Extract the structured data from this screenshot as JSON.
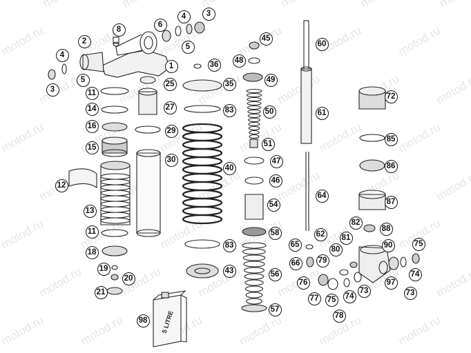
{
  "watermark": "motod.ru",
  "jug_label": "5 LITRE",
  "callouts": [
    "8",
    "6",
    "4",
    "3",
    "2",
    "4",
    "1",
    "5",
    "36",
    "3",
    "5",
    "25",
    "11",
    "14",
    "27",
    "16",
    "29",
    "15",
    "30",
    "12",
    "13",
    "11",
    "18",
    "19",
    "20",
    "21",
    "98",
    "45",
    "48",
    "49",
    "35",
    "50",
    "83",
    "51",
    "40",
    "47",
    "46",
    "54",
    "58",
    "83",
    "43",
    "56",
    "57",
    "60",
    "61",
    "64",
    "62",
    "65",
    "66",
    "82",
    "81",
    "80",
    "79",
    "76",
    "77",
    "75",
    "74",
    "73",
    "78",
    "72",
    "85",
    "86",
    "87",
    "88",
    "90",
    "75",
    "74",
    "97",
    "73"
  ]
}
